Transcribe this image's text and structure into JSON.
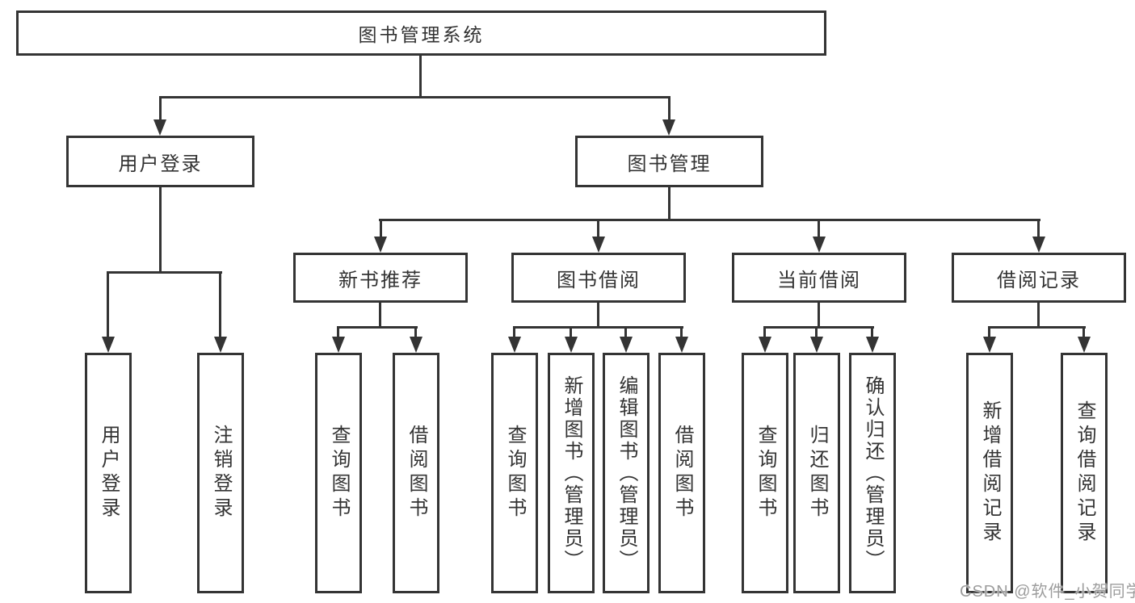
{
  "tree": {
    "label": "图书管理系统",
    "children": [
      {
        "label": "用户登录",
        "children": [
          {
            "label": "用户登录"
          },
          {
            "label": "注销登录"
          }
        ]
      },
      {
        "label": "图书管理",
        "children": [
          {
            "label": "新书推荐",
            "children": [
              {
                "label": "查询图书"
              },
              {
                "label": "借阅图书"
              }
            ]
          },
          {
            "label": "图书借阅",
            "children": [
              {
                "label": "查询图书"
              },
              {
                "label": "新增图书（管理员）"
              },
              {
                "label": "编辑图书（管理员）"
              },
              {
                "label": "借阅图书"
              }
            ]
          },
          {
            "label": "当前借阅",
            "children": [
              {
                "label": "查询图书"
              },
              {
                "label": "归还图书"
              },
              {
                "label": "确认归还（管理员）"
              }
            ]
          },
          {
            "label": "借阅记录",
            "children": [
              {
                "label": "新增借阅记录"
              },
              {
                "label": "查询借阅记录"
              }
            ]
          }
        ]
      }
    ]
  },
  "watermark": {
    "text": "CSDN @软件_小贺同学"
  },
  "colors": {
    "line": "#343434",
    "text": "#333333",
    "box_background": "#ffffff",
    "watermark": "#9d9d9d",
    "page_background": "#ffffff"
  }
}
